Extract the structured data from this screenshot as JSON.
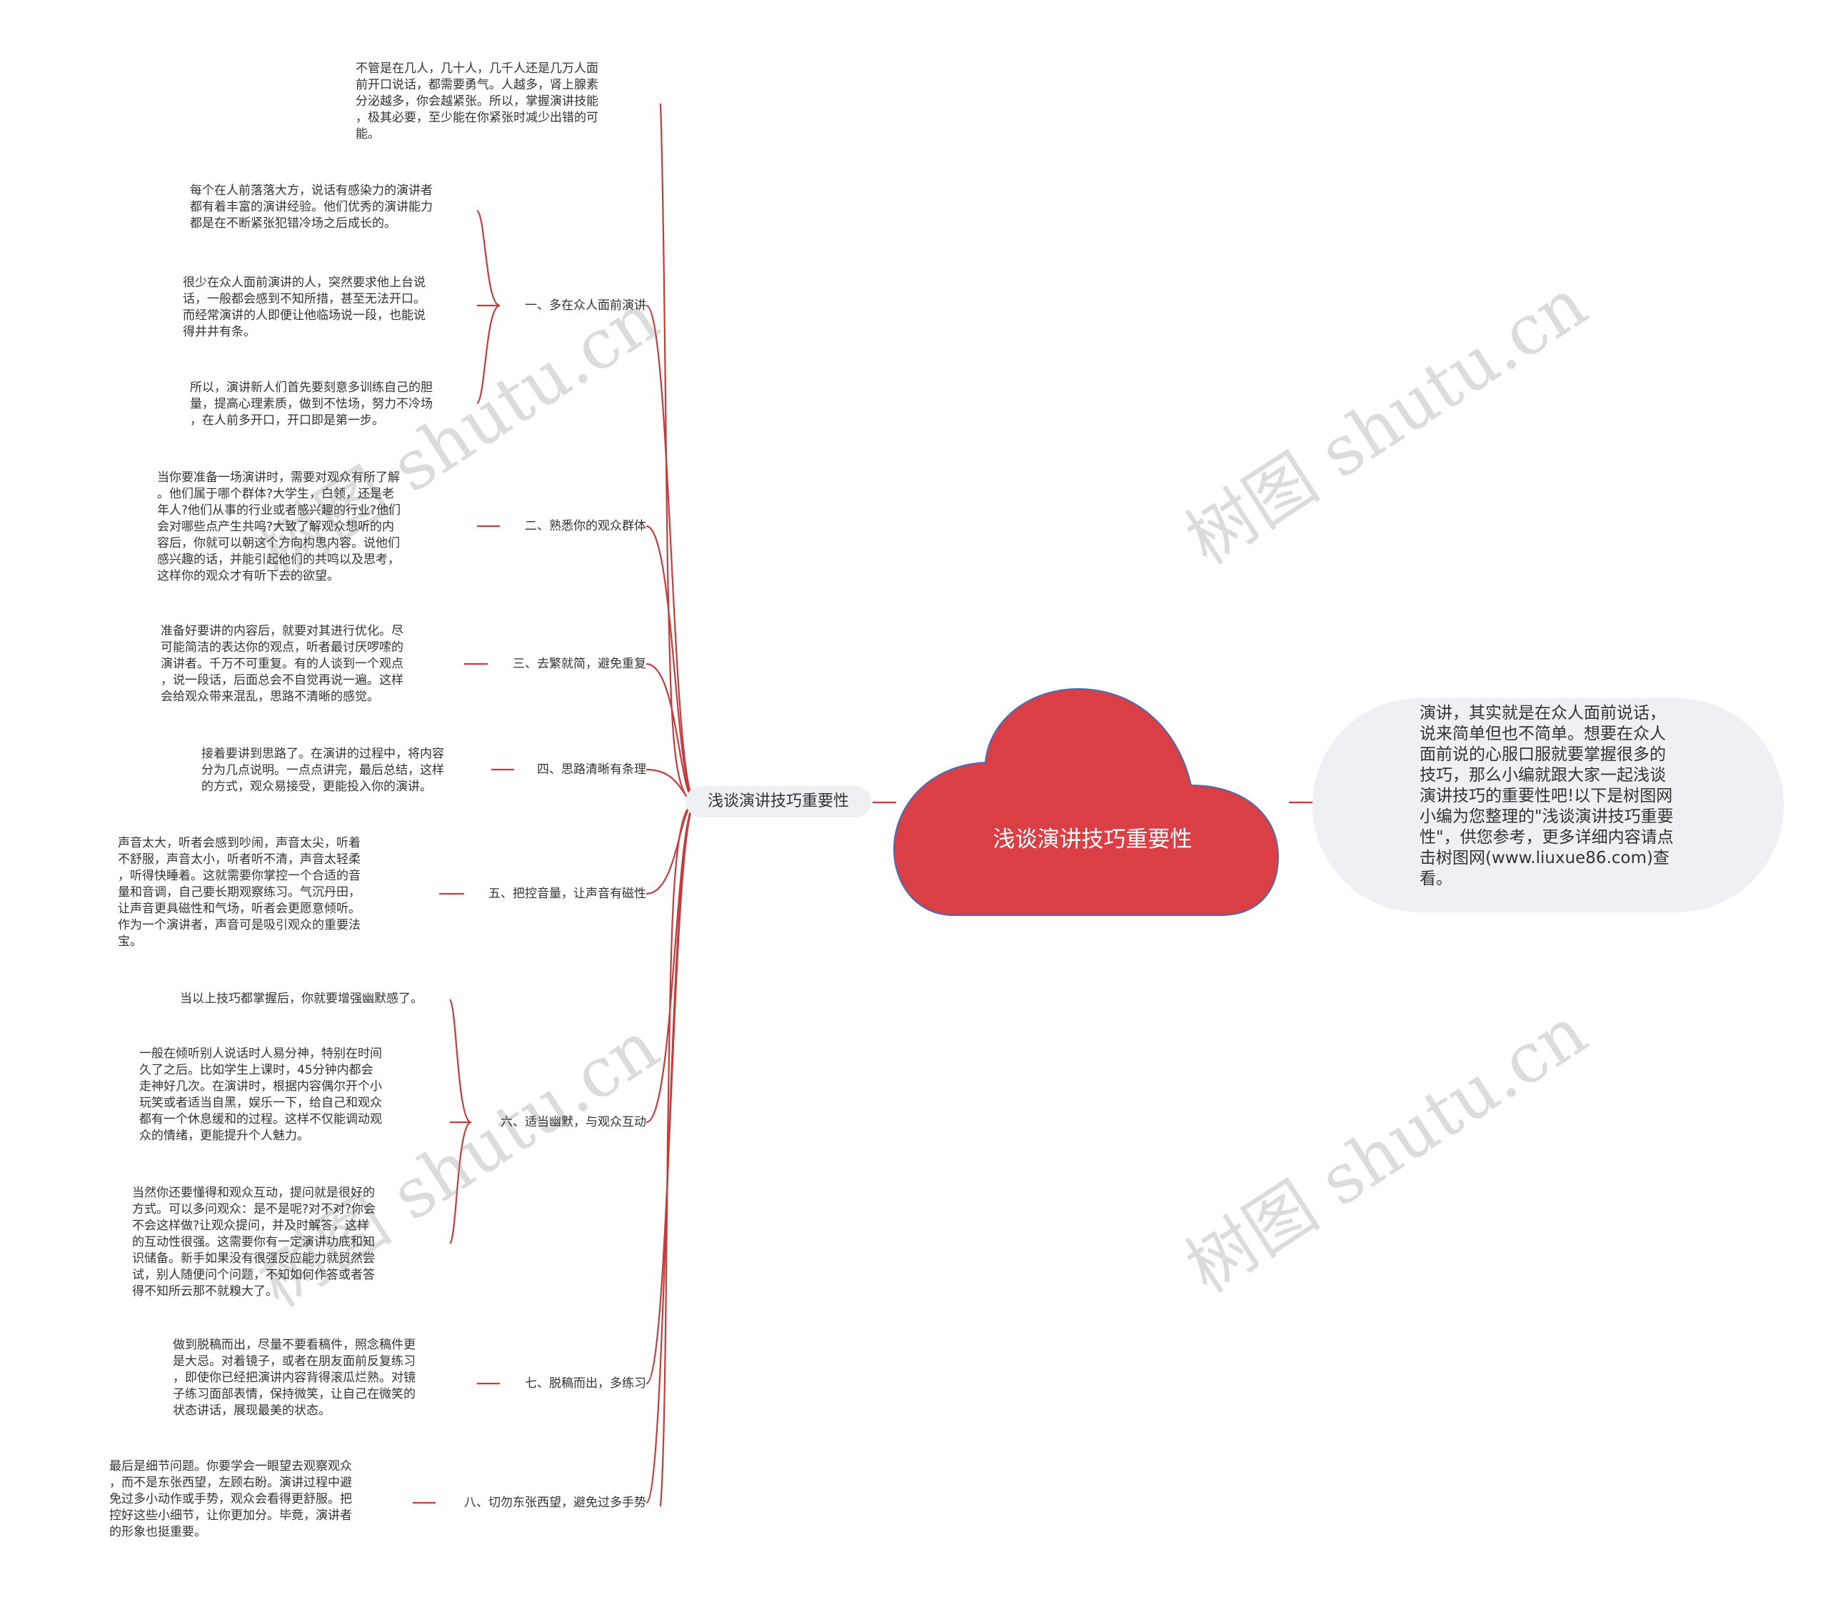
{
  "colors": {
    "accent": "#d93f45",
    "edge": "#c43c3c",
    "bubble": "#eef0f3",
    "text": "#333333"
  },
  "center": {
    "title": "浅谈演讲技巧重要性"
  },
  "intro": {
    "text": "演讲，其实就是在众人面前说话，\n说来简单但也不简单。想要在众人\n面前说的心服口服就要掌握很多的\n技巧，那么小编就跟大家一起浅谈\n演讲技巧的重要性吧!以下是树图网\n小编为您整理的\"浅谈演讲技巧重要\n性\"，供您参考，更多详细内容请点\n击树图网(www.liuxue86.com)查\n看。"
  },
  "root": {
    "label": "浅谈演讲技巧重要性"
  },
  "top_note": {
    "text": "不管是在几人，几十人，几千人还是几万人面\n前开口说话，都需要勇气。人越多，肾上腺素\n分泌越多，你会越紧张。所以，掌握演讲技能\n，极其必要，至少能在你紧张时减少出错的可\n能。"
  },
  "branches": [
    {
      "label": "一、多在众人面前演讲",
      "notes": [
        "每个在人前落落大方，说话有感染力的演讲者\n都有着丰富的演讲经验。他们优秀的演讲能力\n都是在不断紧张犯错冷场之后成长的。",
        "很少在众人面前演讲的人，突然要求他上台说\n话，一般都会感到不知所措，甚至无法开口。\n而经常演讲的人即便让他临场说一段，也能说\n得井井有条。",
        "所以，演讲新人们首先要刻意多训练自己的胆\n量，提高心理素质，做到不怯场，努力不冷场\n，在人前多开口，开口即是第一步。"
      ]
    },
    {
      "label": "二、熟悉你的观众群体",
      "notes": [
        "当你要准备一场演讲时，需要对观众有所了解\n。他们属于哪个群体?大学生，白领，还是老\n年人?他们从事的行业或者感兴趣的行业?他们\n会对哪些点产生共鸣?大致了解观众想听的内\n容后，你就可以朝这个方向构思内容。说他们\n感兴趣的话，并能引起他们的共鸣以及思考，\n这样你的观众才有听下去的欲望。"
      ]
    },
    {
      "label": "三、去繁就简，避免重复",
      "notes": [
        "准备好要讲的内容后，就要对其进行优化。尽\n可能简洁的表达你的观点，听者最讨厌啰嗦的\n演讲者。千万不可重复。有的人谈到一个观点\n，说一段话，后面总会不自觉再说一遍。这样\n会给观众带来混乱，思路不清晰的感觉。"
      ]
    },
    {
      "label": "四、思路清晰有条理",
      "notes": [
        "接着要讲到思路了。在演讲的过程中，将内容\n分为几点说明。一点点讲完，最后总结，这样\n的方式，观众易接受，更能投入你的演讲。"
      ]
    },
    {
      "label": "五、把控音量，让声音有磁性",
      "notes": [
        "声音太大，听者会感到吵闹，声音太尖，听着\n不舒服，声音太小，听者听不清，声音太轻柔\n，听得快睡着。这就需要你掌控一个合适的音\n量和音调，自己要长期观察练习。气沉丹田，\n让声音更具磁性和气场，听者会更愿意倾听。\n作为一个演讲者，声音可是吸引观众的重要法\n宝。"
      ]
    },
    {
      "label": "六、适当幽默，与观众互动",
      "notes": [
        "当以上技巧都掌握后，你就要增强幽默感了。",
        "一般在倾听别人说话时人易分神，特别在时间\n久了之后。比如学生上课时，45分钟内都会\n走神好几次。在演讲时，根据内容偶尔开个小\n玩笑或者适当自黑，娱乐一下，给自己和观众\n都有一个休息缓和的过程。这样不仅能调动观\n众的情绪，更能提升个人魅力。",
        "当然你还要懂得和观众互动，提问就是很好的\n方式。可以多问观众：是不是呢?对不对?你会\n不会这样做?让观众提问，并及时解答，这样\n的互动性很强。这需要你有一定演讲功底和知\n识储备。新手如果没有很强反应能力就贸然尝\n试，别人随便问个问题，不知如何作答或者答\n得不知所云那不就糗大了。"
      ]
    },
    {
      "label": "七、脱稿而出，多练习",
      "notes": [
        "做到脱稿而出，尽量不要看稿件，照念稿件更\n是大忌。对着镜子，或者在朋友面前反复练习\n，即使你已经把演讲内容背得滚瓜烂熟。对镜\n子练习面部表情，保持微笑，让自己在微笑的\n状态讲话，展现最美的状态。"
      ]
    },
    {
      "label": "八、切勿东张西望，避免过多手势",
      "notes": [
        "最后是细节问题。你要学会一眼望去观察观众\n，而不是东张西望，左顾右盼。演讲过程中避\n免过多小动作或手势，观众会看得更舒服。把\n控好这些小细节，让你更加分。毕竟，演讲者\n的形象也挺重要。"
      ]
    }
  ],
  "watermarks": [
    "树图 shutu.cn",
    "树图 shutu.cn",
    "树图 shutu.cn",
    "树图 shutu.cn"
  ]
}
